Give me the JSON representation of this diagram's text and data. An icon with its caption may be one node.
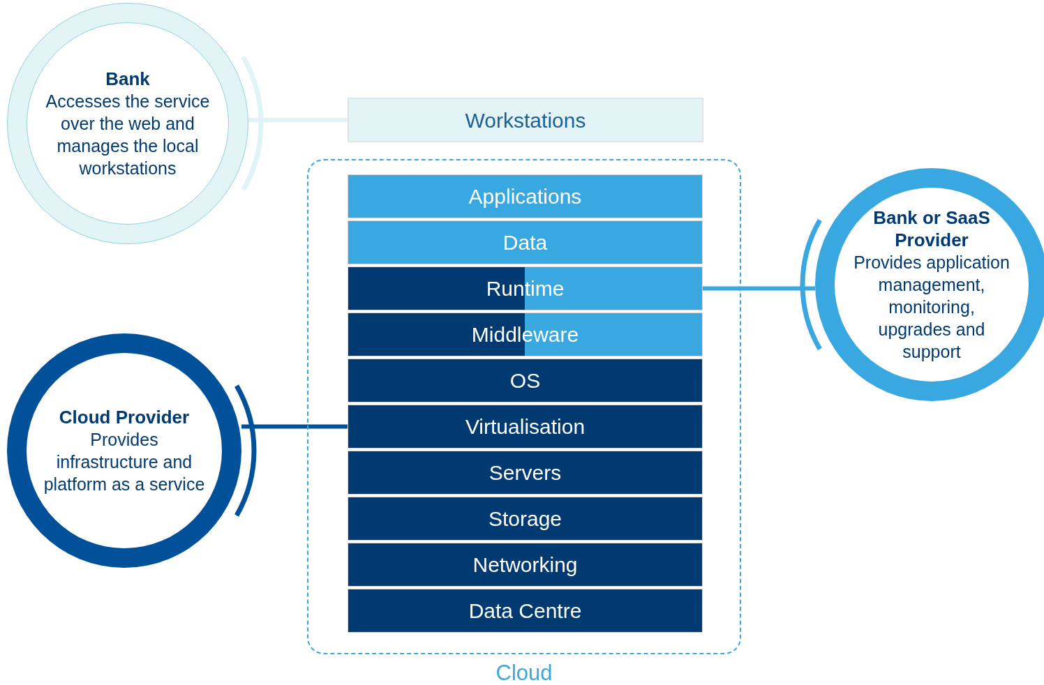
{
  "diagram": {
    "nodes": [
      {
        "text": [
          "Bank",
          "Accesses the service over the web and manages the local workstations"
        ]
      },
      {
        "text": [
          "Workstations"
        ]
      },
      {
        "text": [
          "Cloud"
        ]
      },
      {
        "text": [
          "Applications"
        ],
        "in": 2
      },
      {
        "text": [
          "Data"
        ],
        "in": 2
      },
      {
        "text": [
          "Runtime"
        ],
        "in": 2
      },
      {
        "text": [
          "Middleware"
        ],
        "in": 2
      },
      {
        "text": [
          "OS"
        ],
        "in": 2
      },
      {
        "text": [
          "Virtualisation"
        ],
        "in": 2
      },
      {
        "text": [
          "Servers"
        ],
        "in": 2
      },
      {
        "text": [
          "Storage"
        ],
        "in": 2
      },
      {
        "text": [
          "Networking"
        ],
        "in": 2
      },
      {
        "text": [
          "Data Centre"
        ],
        "in": 2
      },
      {
        "text": [
          "Bank or SaaS Provider",
          "Provides application management, monitoring, upgrades and support"
        ]
      },
      {
        "text": [
          "Cloud Provider",
          "Provides infrastructure and platform as a service"
        ]
      }
    ],
    "edges": [
      {
        "from": 0,
        "to": 1,
        "arrow": "none",
        "color": "#e0f3f7"
      },
      {
        "from": 13,
        "to": 5,
        "arrow": "none",
        "color": "#3aa8e0"
      },
      {
        "from": 14,
        "to": 8,
        "arrow": "none",
        "color": "#00509a"
      }
    ]
  }
}
